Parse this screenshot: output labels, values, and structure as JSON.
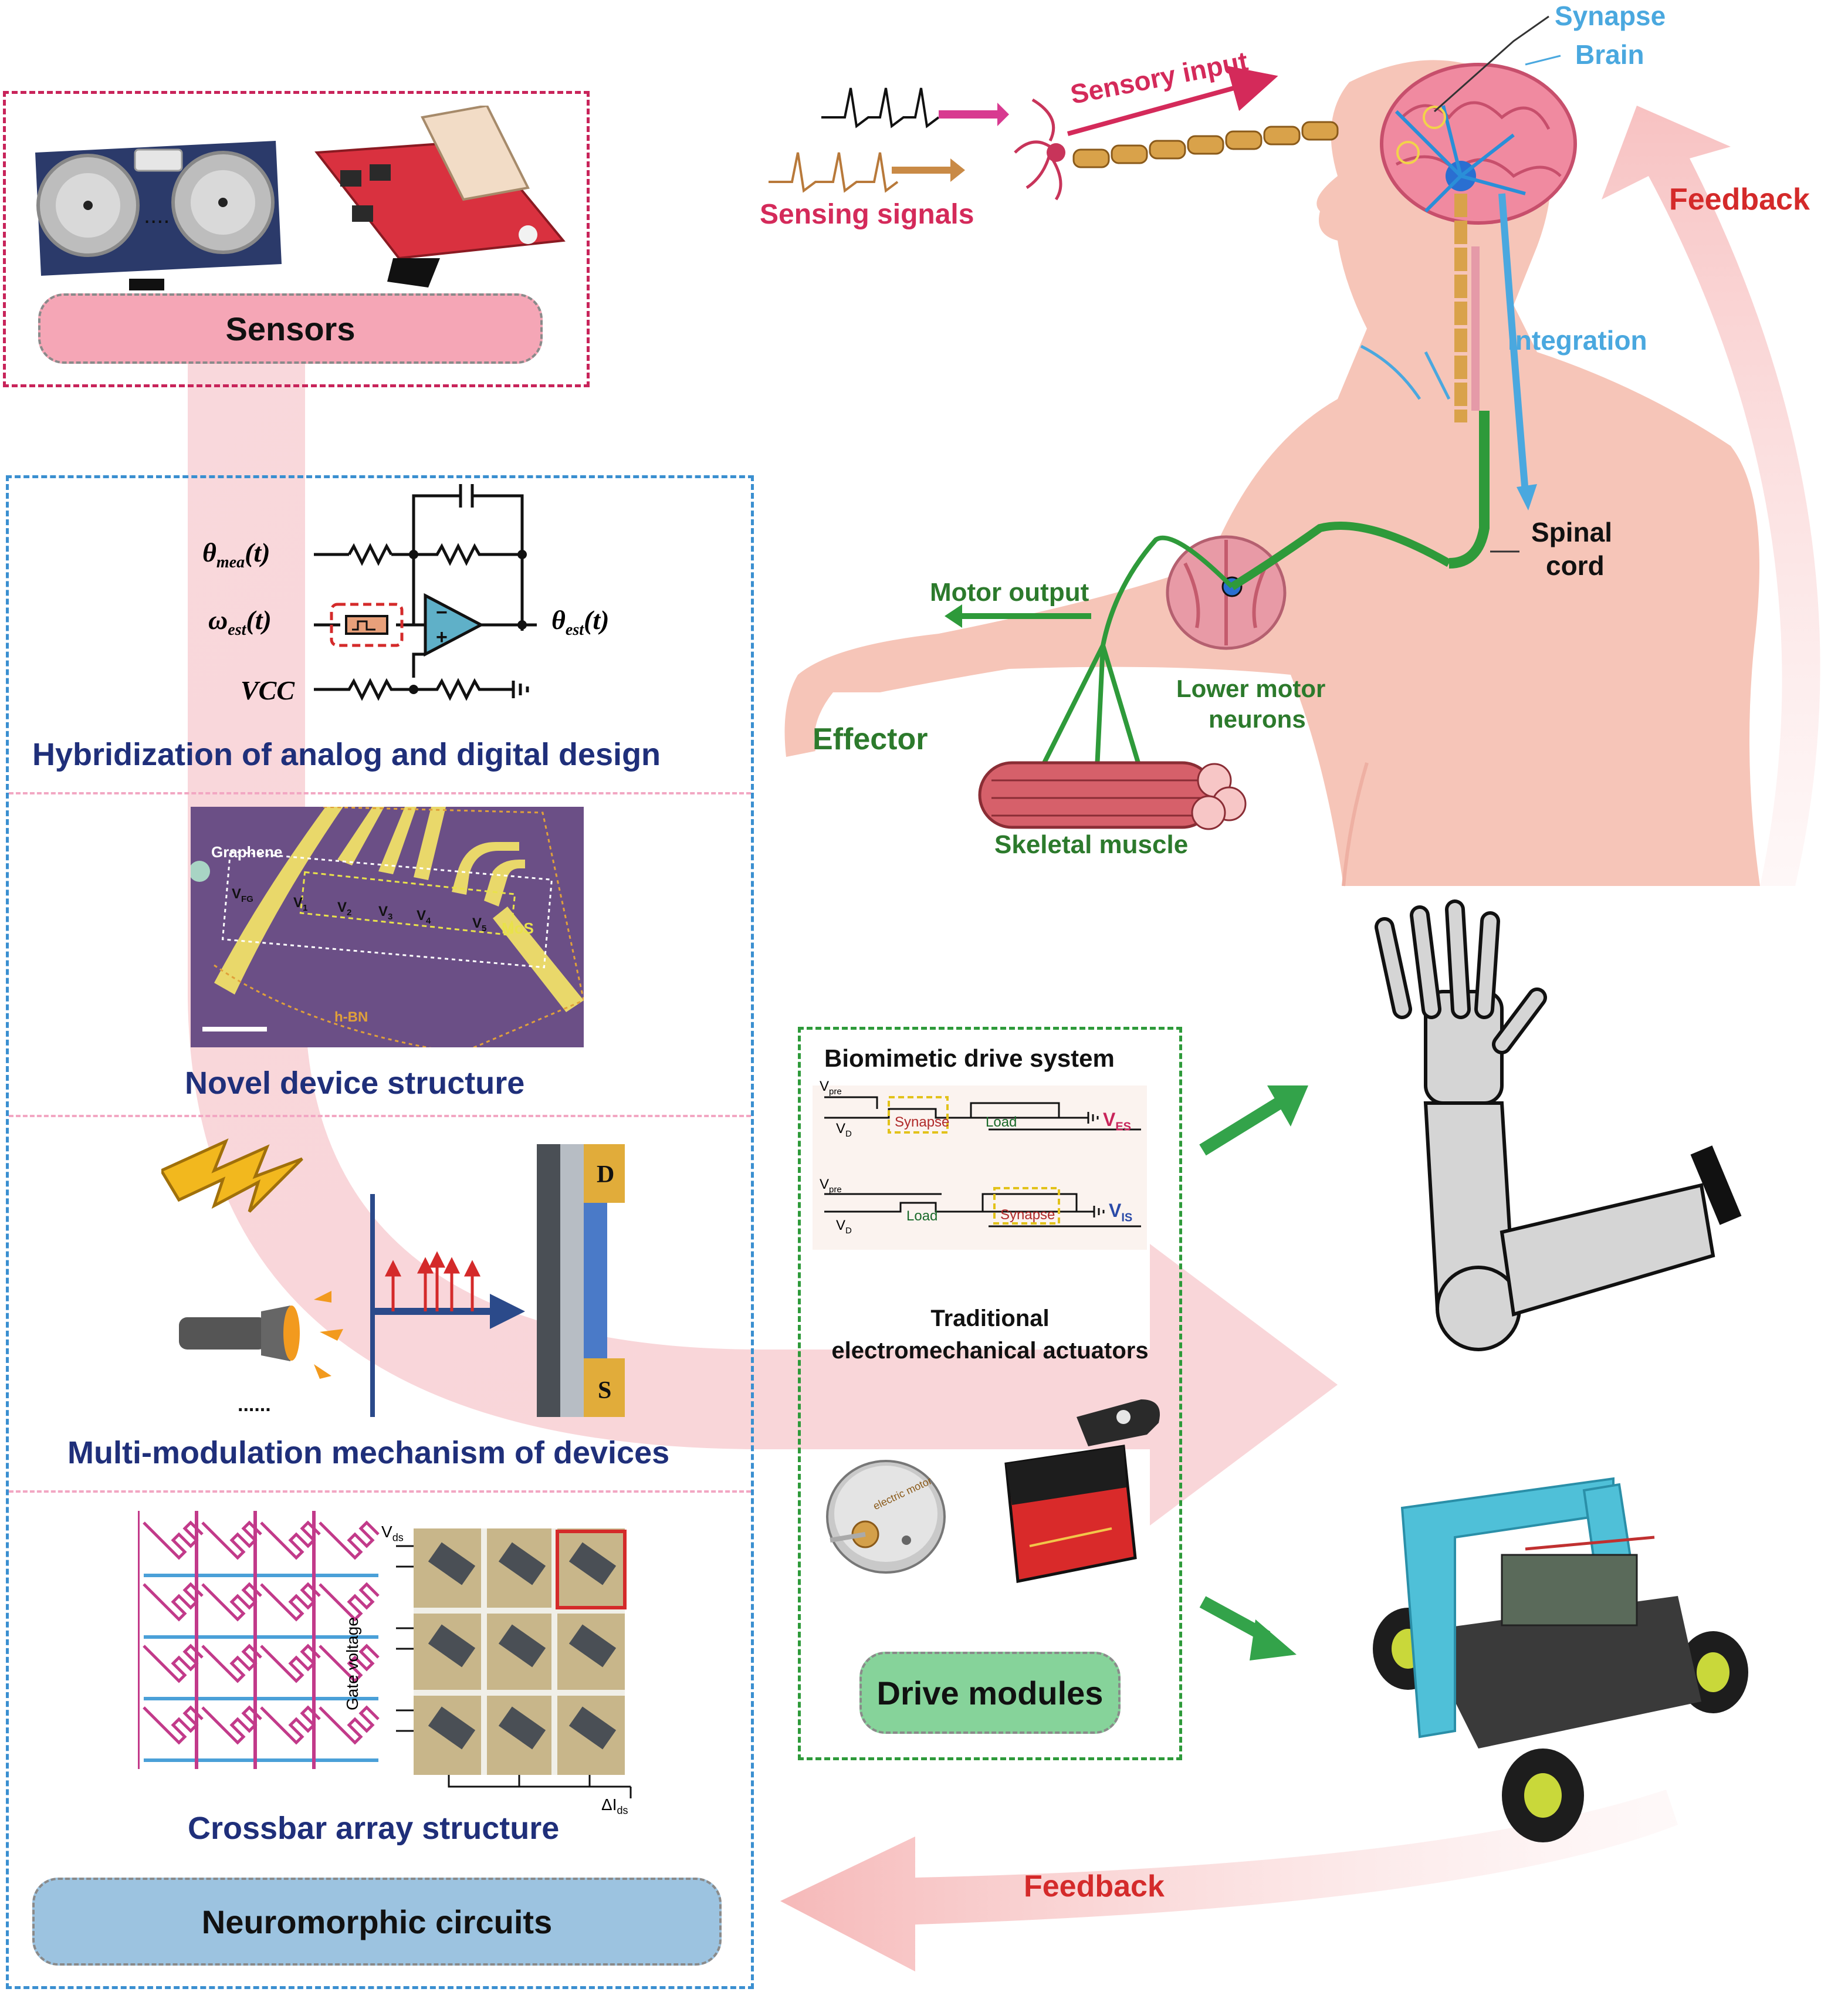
{
  "colors": {
    "sensors_border": "#c8245a",
    "circuits_border": "#3a8fd0",
    "drive_border": "#2e9a3a",
    "section_divider": "#f2a7c3",
    "section_title": "#1f2f7a",
    "feedback": "#d42a2a",
    "motor_green": "#2c7a2c",
    "integration_blue": "#4aa8df",
    "skin": "#f6c5b8",
    "sensors_pill": "#f5a6b6",
    "circuits_pill": "#9cc3e0",
    "drive_pill": "#86d39a"
  },
  "sensors": {
    "label": "Sensors",
    "icons": [
      "ultrasonic-sensor-icon",
      "optical-sensor-module-icon"
    ]
  },
  "circuits": {
    "label": "Neuromorphic circuits",
    "sections": {
      "hybrid": {
        "title": "Hybridization of analog and digital design",
        "theta_mea": "θ",
        "theta_mea_sub": "mea",
        "theta_mea_arg": "(t)",
        "omega_est": "ω",
        "omega_est_sub": "est",
        "omega_est_arg": "(t)",
        "theta_est": "θ",
        "theta_est_sub": "est",
        "theta_est_arg": "(t)",
        "vcc": "VCC",
        "opamp_minus": "−",
        "opamp_plus": "+"
      },
      "device": {
        "title": "Novel device structure",
        "graphene": "Graphene",
        "vfg": "V",
        "vfg_sub": "FG",
        "v1": "V",
        "v1_sub": "1",
        "v2": "V",
        "v2_sub": "2",
        "v3": "V",
        "v3_sub": "3",
        "v4": "V",
        "v4_sub": "4",
        "v5": "V",
        "v5_sub": "5",
        "mos": "MoS",
        "hbn": "h-BN"
      },
      "modulation": {
        "title": "Multi-modulation mechanism of devices",
        "drain": "D",
        "source": "S",
        "ellipsis": "......"
      },
      "crossbar": {
        "title": "Crossbar array structure",
        "vds": "V",
        "vds_sub": "ds",
        "gate_voltage": "Gate voltage",
        "dids": "ΔI",
        "dids_sub": "ds"
      }
    }
  },
  "drive": {
    "label": "Drive modules",
    "biomimetic": {
      "title": "Biomimetic drive system",
      "vpre": "V",
      "vpre_sub": "pre",
      "vd": "V",
      "vd_sub": "D",
      "synapse": "Synapse",
      "load": "Load",
      "ves": "V",
      "ves_sub": "ES",
      "vis": "V",
      "vis_sub": "IS"
    },
    "traditional_line1": "Traditional",
    "traditional_line2": "electromechanical actuators",
    "motor_text": "electric motor"
  },
  "nervous": {
    "synapse": "Synapse",
    "brain": "Brain",
    "sensory_input": "Sensory input",
    "sensing_signals": "Sensing signals",
    "integration": "Integration",
    "spinal_line1": "Spinal",
    "spinal_line2": "cord",
    "motor_output": "Motor output",
    "lower_line1": "Lower motor",
    "lower_line2": "neurons",
    "effector": "Effector",
    "skeletal_muscle": "Skeletal muscle"
  },
  "feedback": {
    "top": "Feedback",
    "bottom": "Feedback"
  }
}
